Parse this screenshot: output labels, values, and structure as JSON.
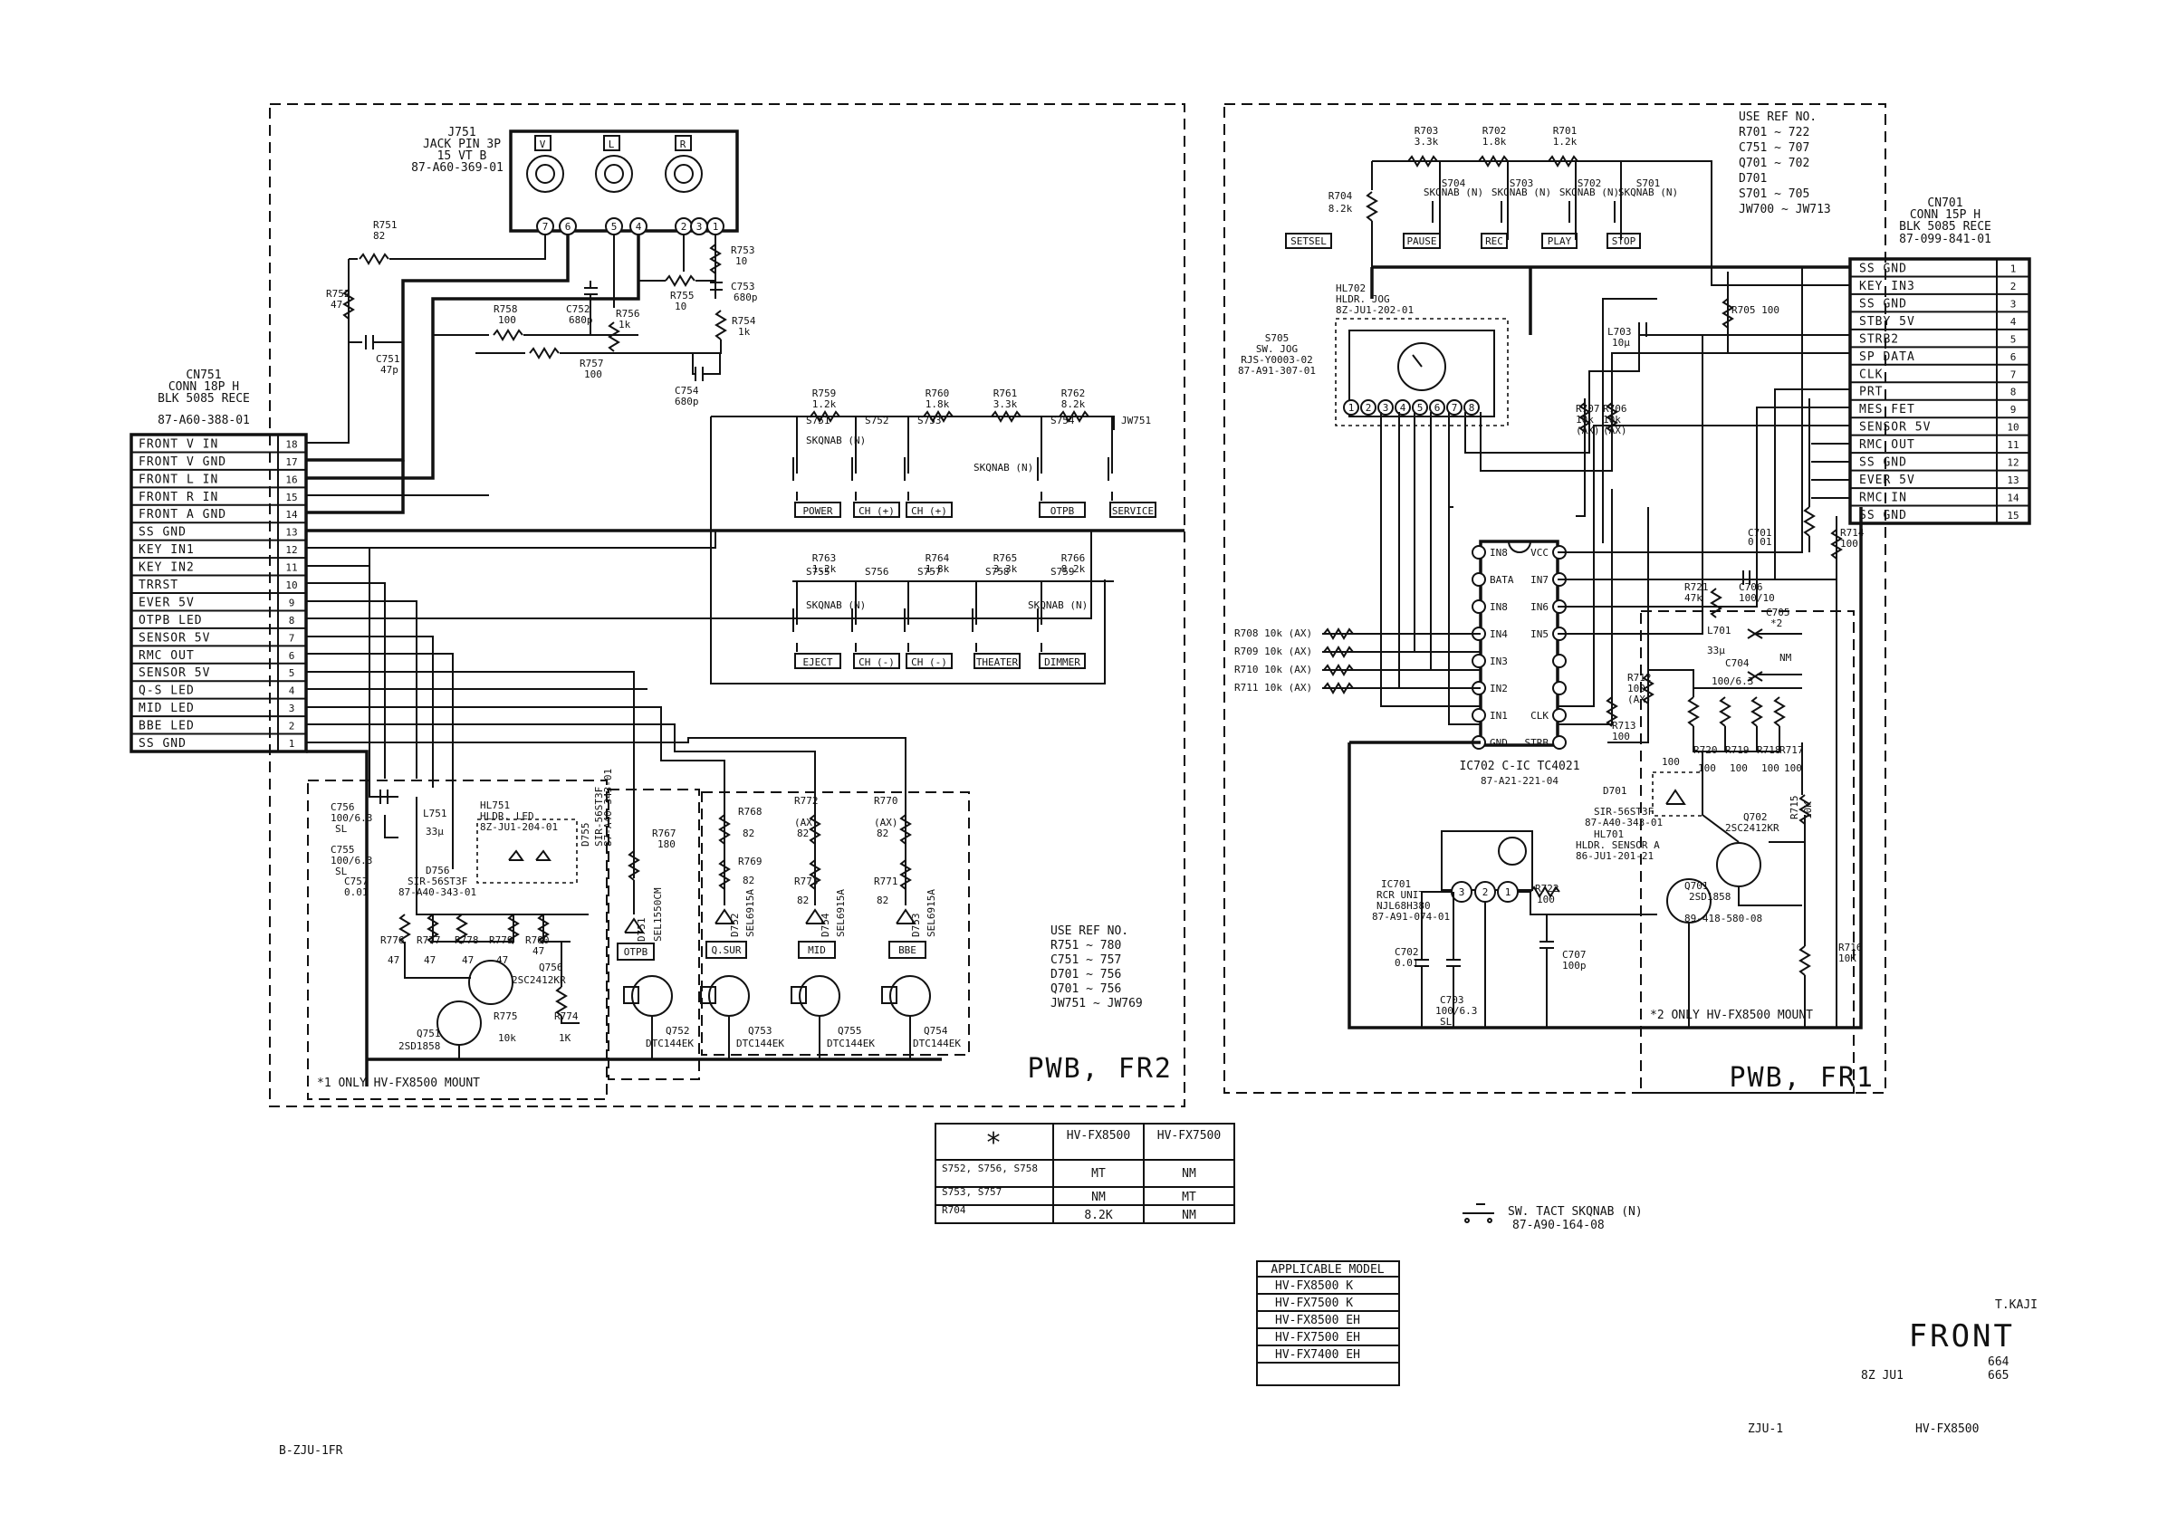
{
  "cn751": {
    "ref": "CN751",
    "desc1": "CONN 18P H",
    "desc2": "BLK 5085 RECE",
    "part": "87-A60-388-01",
    "pins": [
      {
        "no": "18",
        "name": "FRONT V IN"
      },
      {
        "no": "17",
        "name": "FRONT V GND"
      },
      {
        "no": "16",
        "name": "FRONT L IN"
      },
      {
        "no": "15",
        "name": "FRONT R IN"
      },
      {
        "no": "14",
        "name": "FRONT A GND"
      },
      {
        "no": "13",
        "name": "SS GND"
      },
      {
        "no": "12",
        "name": "KEY IN1"
      },
      {
        "no": "11",
        "name": "KEY IN2"
      },
      {
        "no": "10",
        "name": "TRRST"
      },
      {
        "no": "9",
        "name": "EVER 5V"
      },
      {
        "no": "8",
        "name": "OTPB LED"
      },
      {
        "no": "7",
        "name": "SENSOR 5V"
      },
      {
        "no": "6",
        "name": "RMC OUT"
      },
      {
        "no": "5",
        "name": "SENSOR 5V"
      },
      {
        "no": "4",
        "name": "Q-S LED"
      },
      {
        "no": "3",
        "name": "MID LED"
      },
      {
        "no": "2",
        "name": "BBE LED"
      },
      {
        "no": "1",
        "name": "SS GND"
      }
    ]
  },
  "cn701": {
    "ref": "CN701",
    "desc1": "CONN 15P H",
    "desc2": "BLK 5085 RECE",
    "part": "87-099-841-01",
    "pins": [
      {
        "no": "1",
        "name": "SS GND"
      },
      {
        "no": "2",
        "name": "KEY IN3"
      },
      {
        "no": "3",
        "name": "SS GND"
      },
      {
        "no": "4",
        "name": "STBY 5V"
      },
      {
        "no": "5",
        "name": "STRB2"
      },
      {
        "no": "6",
        "name": "SP DATA"
      },
      {
        "no": "7",
        "name": "CLK"
      },
      {
        "no": "8",
        "name": "PRT"
      },
      {
        "no": "9",
        "name": "MES FET"
      },
      {
        "no": "10",
        "name": "SENSOR 5V"
      },
      {
        "no": "11",
        "name": "RMC OUT"
      },
      {
        "no": "12",
        "name": "SS GND"
      },
      {
        "no": "13",
        "name": "EVER 5V"
      },
      {
        "no": "14",
        "name": "RMC IN"
      },
      {
        "no": "15",
        "name": "SS GND"
      }
    ]
  },
  "j751": {
    "ref": "J751",
    "desc1": "JACK PIN 3P",
    "desc2": "15 VT B",
    "part": "87-A60-369-01",
    "jacks": [
      "V",
      "L",
      "R"
    ]
  },
  "fr2": {
    "board": "PWB, FR2",
    "note1": "*1 ONLY HV-FX8500 MOUNT",
    "useref": [
      "USE REF NO.",
      "R751 ~ 780",
      "C751 ~ 757",
      "D701 ~ 756",
      "Q701 ~ 756",
      "JW751 ~ JW769"
    ],
    "res_top": [
      {
        "ref": "R759",
        "val": "1.2k"
      },
      {
        "ref": "R760",
        "val": "1.8k"
      },
      {
        "ref": "R761",
        "val": "3.3k"
      },
      {
        "ref": "R762",
        "val": "8.2k"
      }
    ],
    "res_bot": [
      {
        "ref": "R763",
        "val": "1.2k"
      },
      {
        "ref": "R764",
        "val": "1.8k"
      },
      {
        "ref": "R765",
        "val": "3.3k"
      },
      {
        "ref": "R766",
        "val": "8.2k"
      }
    ],
    "keys_top": [
      "POWER",
      "CH (+)",
      "CH (+)",
      "OTPB",
      "SERVICE"
    ],
    "keys_bot": [
      "EJECT",
      "CH (-)",
      "CH (-)",
      "THEATER",
      "DIMMER"
    ],
    "sw_top": [
      "S751",
      "S752",
      "S753",
      "S754",
      "JW751"
    ],
    "sw_bot": [
      "S755",
      "S756",
      "S757",
      "S758",
      "S759"
    ],
    "skqnab": "SKQNAB (N)",
    "parts": {
      "r751": "R751",
      "r751v": "82",
      "r752": "R752",
      "r752v": "47",
      "c751": "C751",
      "c751v": "47p",
      "r758": "R758",
      "r758v": "100",
      "c752": "C752",
      "c752v": "680p",
      "r756": "R756",
      "r756v": "1k",
      "r755": "R755",
      "r755v": "10",
      "r753": "R753",
      "r753v": "10",
      "c753": "C753",
      "c753v": "680p",
      "r754": "R754",
      "r754v": "1k",
      "r757": "R757",
      "r757v": "100",
      "c754": "C754",
      "c754v": "680p",
      "c756": "C756",
      "c756v": "100/6.3",
      "c756s": "SL",
      "c755": "C755",
      "c755v": "100/6.3",
      "c755s": "SL",
      "c757": "C757",
      "c757v": "0.01",
      "l751": "L751",
      "l751v": "33μ",
      "hl751a": "HL751",
      "hl751b": "HLDR. LED",
      "hl751c": "8Z-JU1-204-01",
      "d756": "D756",
      "d756v": "SIR-56ST3F",
      "d756p": "87-A40-343-01",
      "d755": "D755",
      "d755v": "SIR-56ST3F",
      "d755p": "87-A40-343-01",
      "r776": "R776",
      "r776v": "47",
      "r777": "R777",
      "r777v": "47",
      "r778": "R778",
      "r778v": "47",
      "r779": "R779",
      "r779v": "47",
      "r780": "R780",
      "r780v": "47",
      "q756": "Q756",
      "q756v": "2SC2412KR",
      "q751": "Q751",
      "q751v": "2SD1858",
      "r775": "R775",
      "r775v": "10k",
      "r774": "R774",
      "r774v": "1K",
      "r767": "R767",
      "r767v": "180",
      "d751": "D751",
      "d751v": "SEL1550CM",
      "r768": "R768",
      "r768v": "82",
      "r769": "R769",
      "r769v": "82",
      "r772": "R772",
      "r772v": "82",
      "r772x": "(AX)",
      "r773": "R773",
      "r773v": "82",
      "r770": "R770",
      "r770v": "82",
      "r770x": "(AX)",
      "r771": "R771",
      "r771v": "82",
      "d752": "D752",
      "d752v": "SEL6915A",
      "d754": "D754",
      "d754v": "SEL6915A",
      "d753": "D753",
      "d753v": "SEL6915A",
      "led_labels": [
        "OTPB",
        "Q.SUR",
        "MID",
        "BBE"
      ],
      "q752": "Q752",
      "q752v": "DTC144EK",
      "q753": "Q753",
      "q753v": "DTC144EK",
      "q755": "Q755",
      "q755v": "DTC144EK",
      "q754": "Q754",
      "q754v": "DTC144EK"
    }
  },
  "fr1": {
    "board": "PWB, FR1",
    "note2": "*2 ONLY HV-FX8500 MOUNT",
    "useref": [
      "USE REF NO.",
      "R701 ~ 722",
      "C751 ~ 707",
      "Q701 ~ 702",
      "D701",
      "S701 ~ 705",
      "JW700 ~ JW713"
    ],
    "top_res": [
      {
        "ref": "R703",
        "val": "3.3k"
      },
      {
        "ref": "R702",
        "val": "1.8k"
      },
      {
        "ref": "R701",
        "val": "1.2k"
      }
    ],
    "r704": "R704",
    "r704v": "8.2k",
    "keys": [
      "SETSEL",
      "PAUSE",
      "REC",
      "PLAY",
      "STOP"
    ],
    "sw": [
      "S704",
      "S703",
      "S702",
      "S701"
    ],
    "hl702a": "HL702",
    "hl702b": "HLDR. JOG",
    "hl702c": "8Z-JU1-202-01",
    "s705a": "S705",
    "s705b": "SW. JOG",
    "s705c": "RJS-Y0003-02",
    "s705d": "87-A91-307-01",
    "r705": "R705 100",
    "l703": "L703",
    "l703v": "10μ",
    "r707": "R707",
    "r707v": "10k",
    "r707x": "(AX)",
    "r706": "R706",
    "r706v": "10k",
    "r706x": "(AX)",
    "ic_pins_left": [
      "IN8",
      "BATA",
      "IN8",
      "IN4",
      "IN3",
      "IN2",
      "IN1",
      "GND"
    ],
    "ic_pins_right": [
      "VCC",
      "IN7",
      "IN6",
      "IN5",
      "",
      "",
      "CLK",
      "STRB"
    ],
    "ic702a": "IC702 C-IC TC4021",
    "ic702b": "87-A21-221-04",
    "r708": "R708 10k (AX)",
    "r709": "R709 10k (AX)",
    "r710": "R710 10k (AX)",
    "r711": "R711 10k (AX)",
    "c701": "C701",
    "c701v": "0.01",
    "r714": "R714",
    "r714v": "100",
    "r721": "R721",
    "r721v": "47k",
    "c706": "C706",
    "c706v": "100/10",
    "c705": "C705",
    "c705v": "*2",
    "l701": "L701",
    "l701v": "33μ",
    "c704": "C704",
    "c704v": "100/6.3",
    "nm": "NM",
    "r712": "R712",
    "r712v": "100",
    "r712x": "(AX)",
    "r713": "R713",
    "r713v": "100",
    "r720": "R720",
    "r719": "R719",
    "r718": "R718",
    "r717": "R717",
    "rv": "100",
    "d701a": "D701",
    "d701b": "SIR-56ST3F",
    "d701c": "87-A40-343-01",
    "hl701a": "HL701",
    "hl701b": "HLDR. SENSOR A",
    "hl701c": "86-JU1-201-21",
    "q702": "Q702",
    "q702v": "2SC2412KR",
    "q701": "Q701",
    "q701v": "2SD1858",
    "q701p": "89-418-580-08",
    "r715": "R715",
    "r715v": "10K",
    "r716": "R716",
    "r716v": "10K",
    "ic701a": "IC701",
    "ic701b": "RCR UNIT",
    "ic701c": "NJL68H380",
    "ic701d": "87-A91-074-01",
    "r722": "R722",
    "r722v": "100",
    "c702": "C702",
    "c702v": "0.01",
    "c703": "C703",
    "c703v": "100/6.3",
    "c703s": "SL",
    "c707": "C707",
    "c707v": "100p"
  },
  "table": {
    "header": [
      "*",
      "HV-FX8500",
      "HV-FX7500"
    ],
    "rows": [
      [
        "S752, S756, S758",
        "MT",
        "NM"
      ],
      [
        "S753, S757",
        "NM",
        "MT"
      ],
      [
        "R704",
        "8.2K",
        "NM"
      ]
    ]
  },
  "legend": {
    "text": "SW. TACT SKQNAB (N)",
    "part": "87-A90-164-08"
  },
  "models": {
    "header": "APPLICABLE MODEL",
    "items": [
      "HV-FX8500 K",
      "HV-FX7500 K",
      "HV-FX8500 EH",
      "HV-FX7500 EH",
      "HV-FX7400 EH"
    ]
  },
  "footer": {
    "initials": "T.KAJI",
    "front": "FRONT",
    "n664": "664",
    "code": "8Z JU1",
    "n665": "665",
    "zju": "ZJU-1",
    "model": "HV-FX8500",
    "sheet": "B-ZJU-1FR"
  }
}
